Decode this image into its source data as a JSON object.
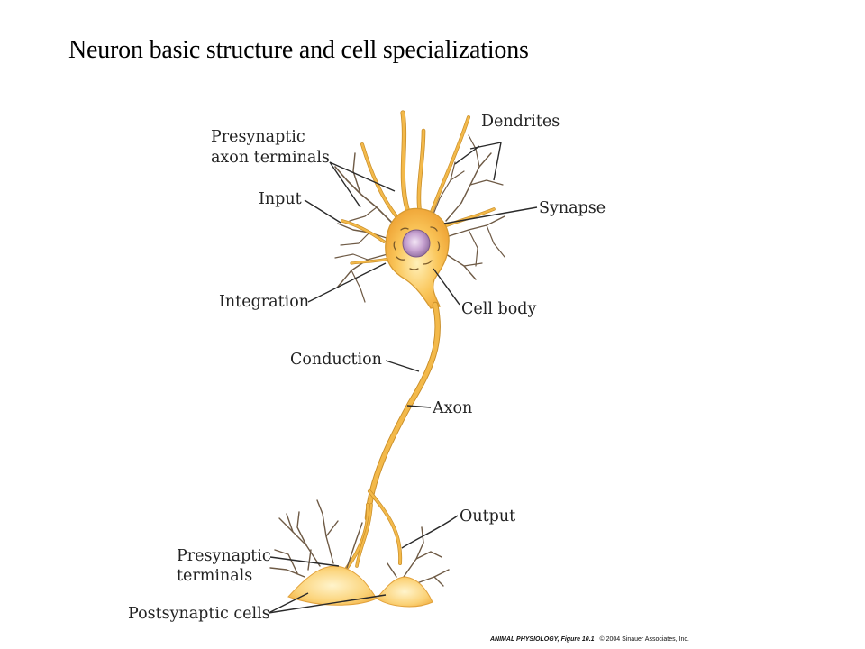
{
  "title": "Neuron basic structure and cell specializations",
  "labels": {
    "dendrites": "Dendrites",
    "presynaptic_axon_terminals_line1": "Presynaptic",
    "presynaptic_axon_terminals_line2": "axon terminals",
    "input": "Input",
    "synapse": "Synapse",
    "integration": "Integration",
    "cell_body": "Cell body",
    "conduction": "Conduction",
    "axon": "Axon",
    "output": "Output",
    "presynaptic_terminals_line1": "Presynaptic",
    "presynaptic_terminals_line2": "terminals",
    "postsynaptic_cells": "Postsynaptic cells"
  },
  "credit": {
    "source": "ANIMAL PHYSIOLOGY, Figure 10.1",
    "copyright": "© 2004 Sinauer Associates, Inc."
  },
  "colors": {
    "neuron_fill": "#f9c656",
    "neuron_outline": "#c98e28",
    "dendrite": "#6e5a45",
    "nucleus": "#b48ac0"
  }
}
